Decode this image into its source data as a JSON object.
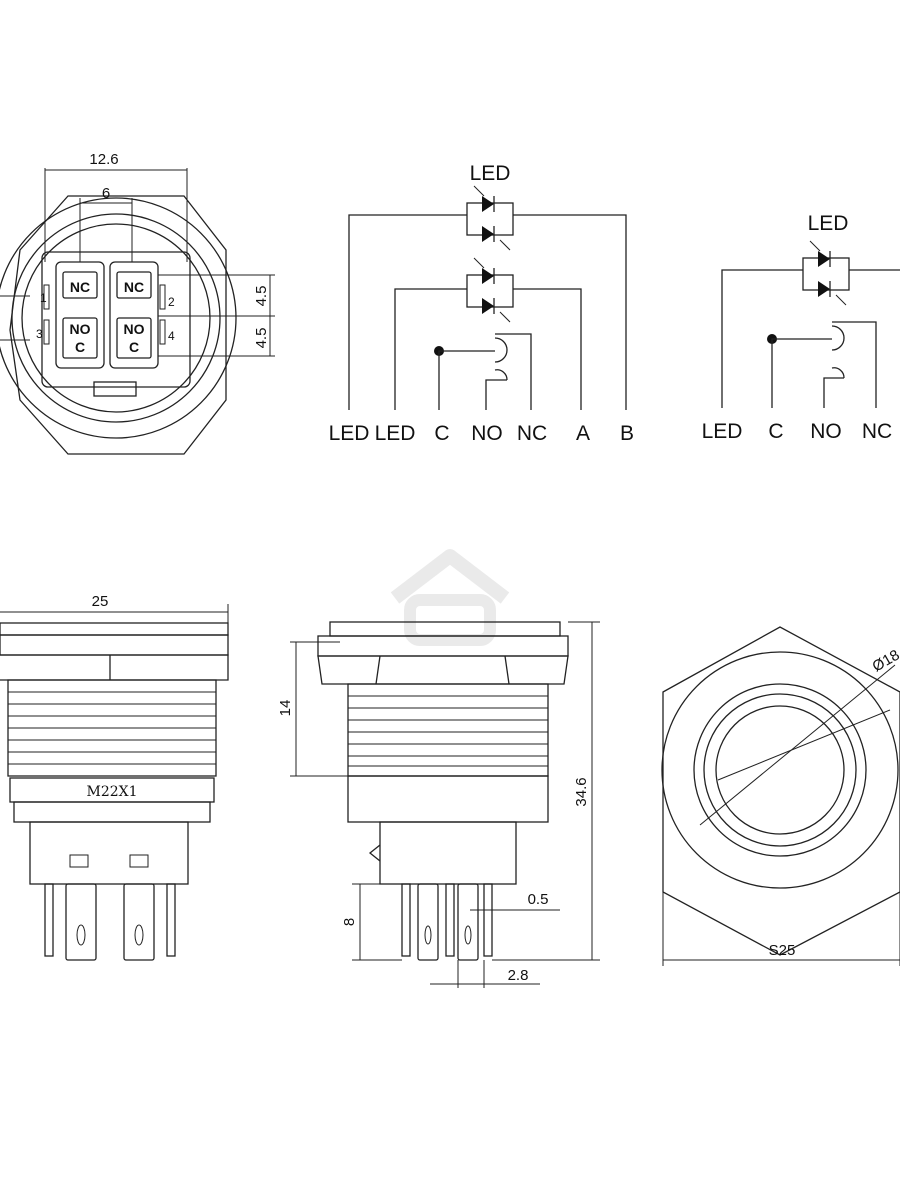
{
  "top_view": {
    "dim_width_outer": "12.6",
    "dim_width_inner": "6",
    "dim_pitch_1": "4.5",
    "dim_pitch_2": "4.5",
    "terminals": {
      "nc_left": "NC",
      "nc_right": "NC",
      "no_left": "NO",
      "c_left": "C",
      "no_right": "NO",
      "c_right": "C",
      "pin1": "1",
      "pin2": "2",
      "pin3": "3",
      "pin4": "4"
    }
  },
  "schematic_left": {
    "led_title": "LED",
    "labels": [
      "LED",
      "LED",
      "C",
      "NO",
      "NC",
      "A",
      "B"
    ]
  },
  "schematic_right": {
    "led_title": "LED",
    "labels": [
      "LED",
      "C",
      "NO",
      "NC"
    ]
  },
  "front_view": {
    "dim_width": "25",
    "thread_label": "M22X1"
  },
  "side_view": {
    "dim_thread_length": "14",
    "dim_total_length": "34.6",
    "dim_pin_length": "8",
    "dim_pin_thickness": "0.5",
    "dim_pin_spacing": "2.8"
  },
  "end_view": {
    "dim_diameter": "Ø18",
    "dim_hex": "S25"
  },
  "colors": {
    "line": "#222222",
    "watermark": "#e6e6e6"
  }
}
